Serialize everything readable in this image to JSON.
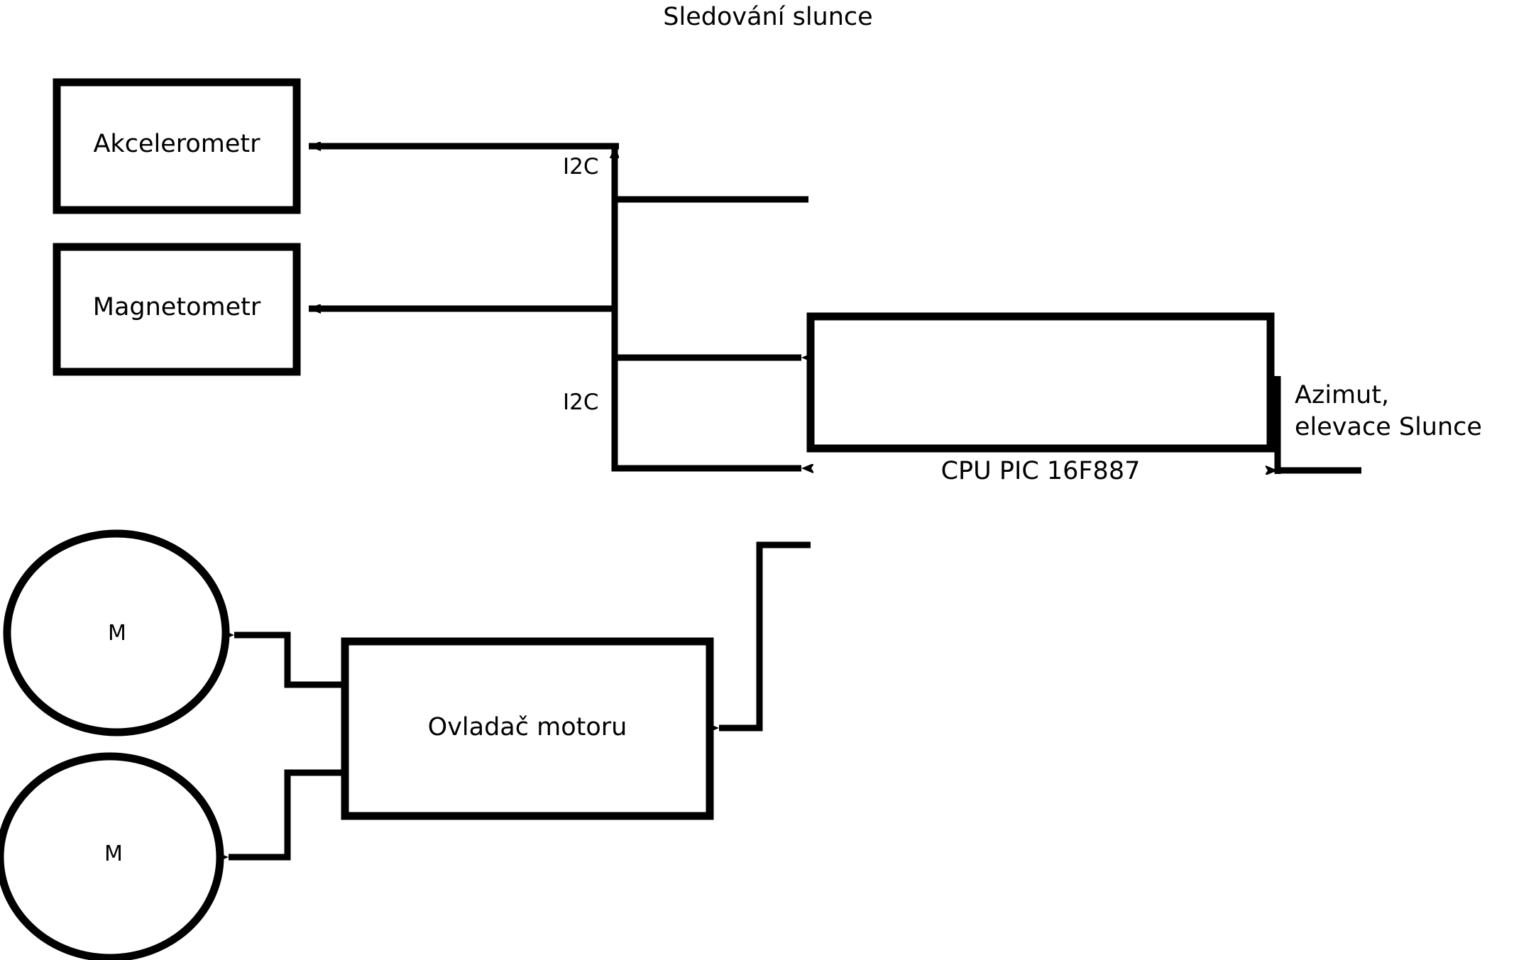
{
  "diagram": {
    "title": "Sledování slunce",
    "type": "block-diagram",
    "nodes": [
      {
        "id": "akcelerometr",
        "label": "Akcelerometr",
        "shape": "rectangle"
      },
      {
        "id": "magnetometr",
        "label": "Magnetometr",
        "shape": "rectangle"
      },
      {
        "id": "cpu",
        "label": "CPU PIC 16F887",
        "shape": "rectangle"
      },
      {
        "id": "ovladac",
        "label": "Ovladač motoru",
        "shape": "rectangle"
      },
      {
        "id": "motor1",
        "label": "M",
        "shape": "ellipse"
      },
      {
        "id": "motor2",
        "label": "M",
        "shape": "ellipse"
      }
    ],
    "edge_labels": {
      "i2c_accel": "I2C",
      "i2c_magnet": "I2C",
      "sun_input": "Azimut,\nelevace Slunce",
      "sun_input_line1": "Azimut,",
      "sun_input_line2": "elevace Slunce"
    },
    "edges": [
      {
        "from": "cpu",
        "to": "akcelerometr",
        "label": "I2C",
        "direction": "bidirectional"
      },
      {
        "from": "akcelerometr",
        "to": "cpu",
        "label": "I2C",
        "direction": "to-cpu"
      },
      {
        "from": "cpu",
        "to": "magnetometr",
        "label": "I2C",
        "direction": "bidirectional"
      },
      {
        "from": "magnetometr",
        "to": "cpu",
        "label": "I2C",
        "direction": "to-cpu"
      },
      {
        "from": "external",
        "to": "cpu",
        "label": "Azimut, elevace Slunce",
        "direction": "to-cpu"
      },
      {
        "from": "cpu",
        "to": "ovladac",
        "label": "",
        "direction": "to-driver"
      },
      {
        "from": "ovladac",
        "to": "motor1",
        "label": "",
        "direction": "to-motor"
      },
      {
        "from": "ovladac",
        "to": "motor2",
        "label": "",
        "direction": "to-motor"
      }
    ],
    "colors": {
      "stroke": "#000000",
      "fill": "#ffffff",
      "text": "#000000"
    }
  }
}
